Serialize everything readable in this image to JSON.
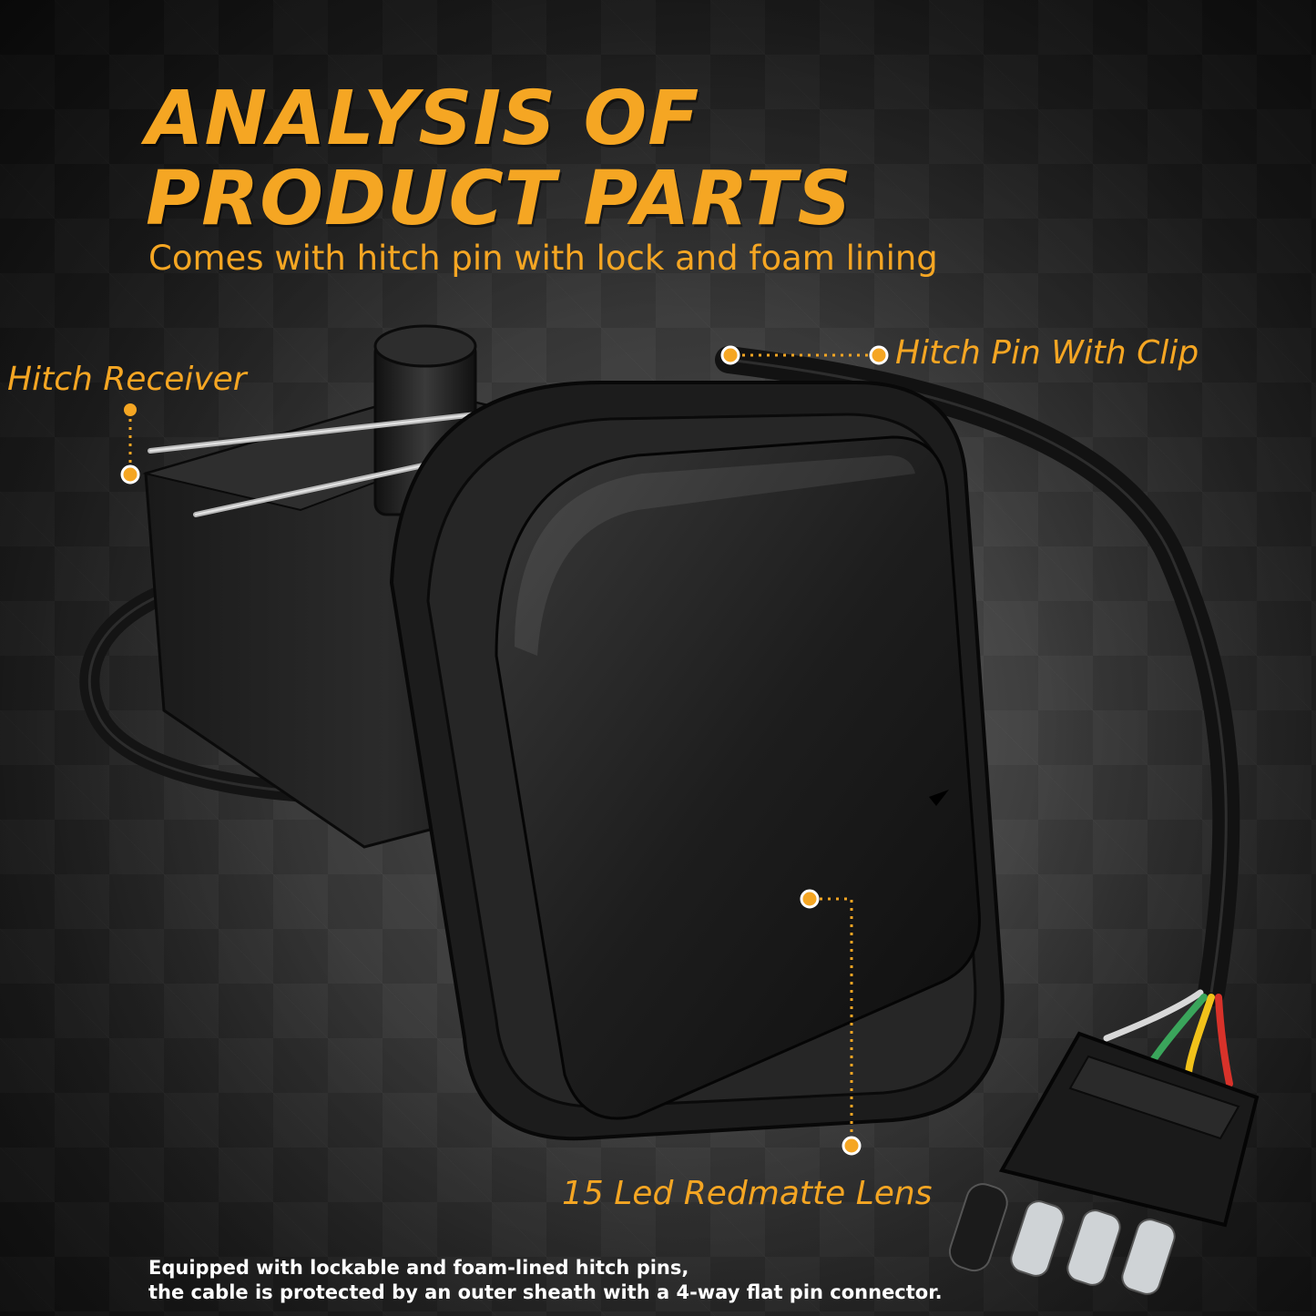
{
  "header": {
    "title_line1": "ANALYSIS OF",
    "title_line2": "PRODUCT PARTS",
    "subtitle": "Comes with hitch pin with lock and foam lining"
  },
  "callouts": {
    "hitch_receiver": "Hitch Receiver",
    "hitch_pin_with_clip": "Hitch Pin With Clip",
    "led_lens": "15 Led Redmatte Lens"
  },
  "footer": {
    "line1": "Equipped with lockable and foam-lined hitch pins,",
    "line2": "the cable is protected by an outer sheath with a 4-way flat pin connector."
  },
  "colors": {
    "accent": "#f5a623",
    "wire_green": "#3aa55b",
    "wire_yellow": "#f2c21a",
    "wire_red": "#d8322a",
    "wire_white": "#e8e8e8"
  }
}
